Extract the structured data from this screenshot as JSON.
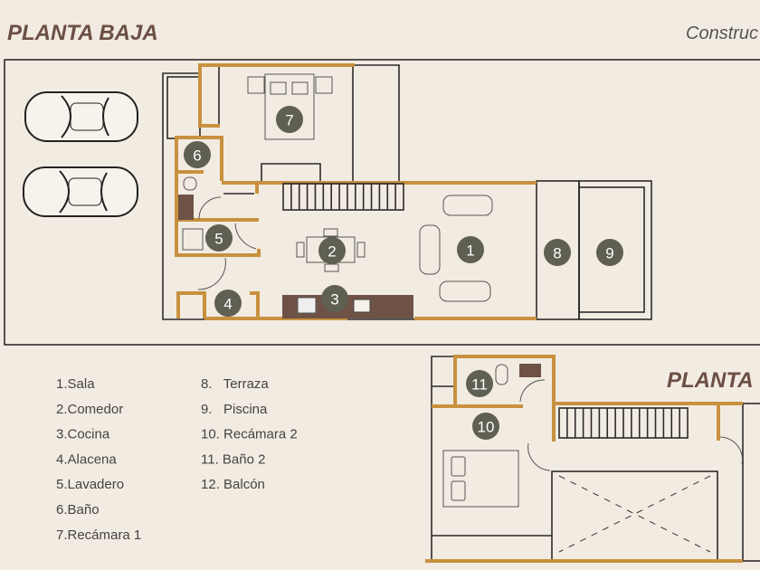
{
  "header": {
    "title": "PLANTA BAJA",
    "subtitle": "Construc"
  },
  "upper_plan": {
    "title": "PLANTA"
  },
  "rooms": [
    {
      "num": "1",
      "name": "Sala"
    },
    {
      "num": "2",
      "name": "Comedor"
    },
    {
      "num": "3",
      "name": "Cocina"
    },
    {
      "num": "4",
      "name": "Alacena"
    },
    {
      "num": "5",
      "name": "Lavadero"
    },
    {
      "num": "6",
      "name": "Baño"
    },
    {
      "num": "7",
      "name": "Recámara 1"
    },
    {
      "num": "8",
      "name": "Terraza"
    },
    {
      "num": "9",
      "name": "Piscina"
    },
    {
      "num": "10",
      "name": "Recámara 2"
    },
    {
      "num": "11",
      "name": "Baño 2"
    },
    {
      "num": "12",
      "name": "Balcón"
    }
  ],
  "legend": [
    "1.Sala",
    "2.Comedor",
    "3.Cocina",
    "4.Alacena",
    "5.Lavadero",
    "6.Baño",
    "7.Recámara 1",
    "8.   Terraza",
    "9.   Piscina",
    "10. Recámara 2",
    "11. Baño 2",
    "12. Balcón"
  ],
  "colors": {
    "wall": "#c8913f",
    "marker": "#5f5f52",
    "title": "#6b4f45",
    "counter": "#6e5246",
    "background": "#f2ebe1"
  }
}
